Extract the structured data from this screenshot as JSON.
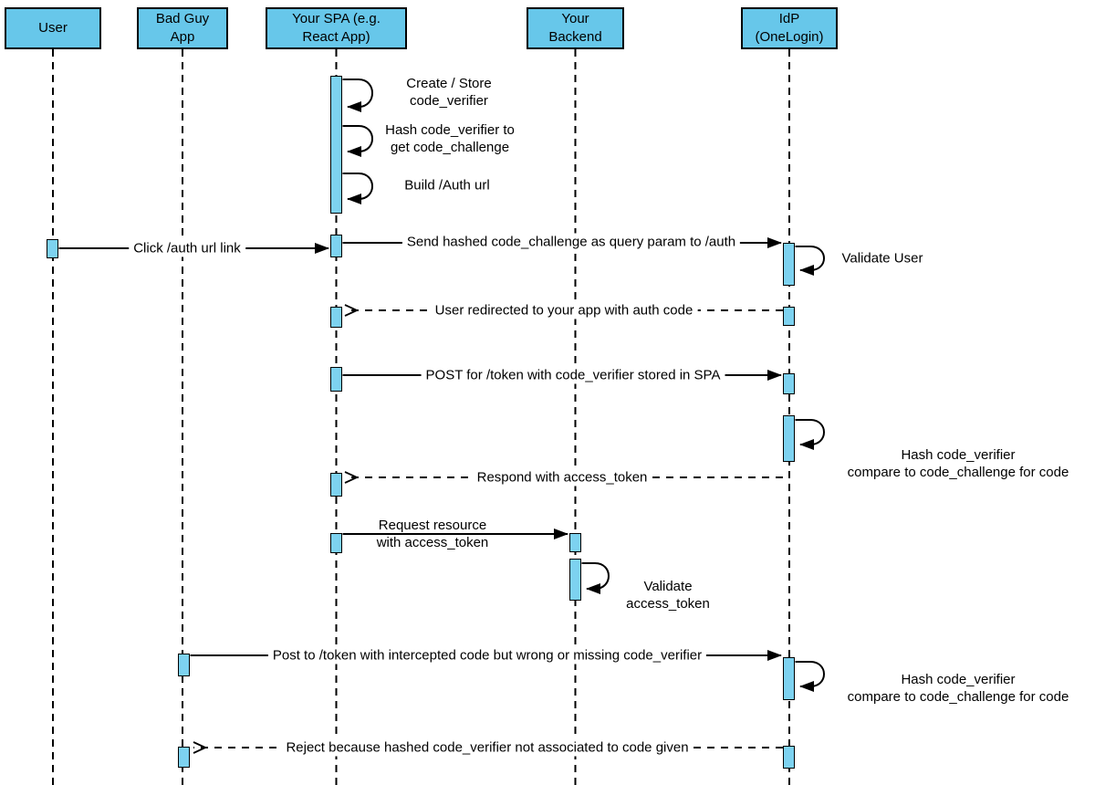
{
  "diagram_type": "sequence-diagram-oauth-pkce-flow",
  "colors": {
    "actor_fill": "#67c7ea",
    "activation_fill": "#7dd2f0",
    "line": "#000000",
    "background": "#ffffff"
  },
  "actors": [
    {
      "id": "user",
      "label": "User"
    },
    {
      "id": "bad-guy-app",
      "label": "Bad Guy\nApp"
    },
    {
      "id": "spa",
      "label": "Your SPA (e.g.\nReact App)"
    },
    {
      "id": "backend",
      "label": "Your\nBackend"
    },
    {
      "id": "idp",
      "label": "IdP\n(OneLogin)"
    }
  ],
  "messages": [
    {
      "from": "spa",
      "to": "spa",
      "kind": "self",
      "label": "Create / Store\ncode_verifier"
    },
    {
      "from": "spa",
      "to": "spa",
      "kind": "self",
      "label": "Hash code_verifier to\nget code_challenge"
    },
    {
      "from": "spa",
      "to": "spa",
      "kind": "self",
      "label": "Build /Auth url"
    },
    {
      "from": "user",
      "to": "spa",
      "kind": "solid",
      "label": "Click /auth url link"
    },
    {
      "from": "spa",
      "to": "idp",
      "kind": "solid",
      "label": "Send hashed code_challenge as query param to /auth"
    },
    {
      "from": "idp",
      "to": "idp",
      "kind": "self",
      "label": "Validate User"
    },
    {
      "from": "idp",
      "to": "spa",
      "kind": "dashed-return",
      "label": "User redirected to your app with auth code"
    },
    {
      "from": "spa",
      "to": "idp",
      "kind": "solid",
      "label": "POST for /token with code_verifier stored in SPA"
    },
    {
      "from": "idp",
      "to": "idp",
      "kind": "self",
      "label": "Hash code_verifier\ncompare to code_challenge for code"
    },
    {
      "from": "idp",
      "to": "spa",
      "kind": "dashed-return",
      "label": "Respond with access_token"
    },
    {
      "from": "spa",
      "to": "backend",
      "kind": "solid",
      "label": "Request resource\nwith access_token"
    },
    {
      "from": "backend",
      "to": "backend",
      "kind": "self",
      "label": "Validate\naccess_token"
    },
    {
      "from": "bad-guy-app",
      "to": "idp",
      "kind": "solid",
      "label": "Post to /token with intercepted code but wrong or missing code_verifier"
    },
    {
      "from": "idp",
      "to": "idp",
      "kind": "self",
      "label": "Hash code_verifier\ncompare to code_challenge for code"
    },
    {
      "from": "idp",
      "to": "bad-guy-app",
      "kind": "dashed-return",
      "label": "Reject because hashed code_verifier not associated to code given"
    }
  ]
}
